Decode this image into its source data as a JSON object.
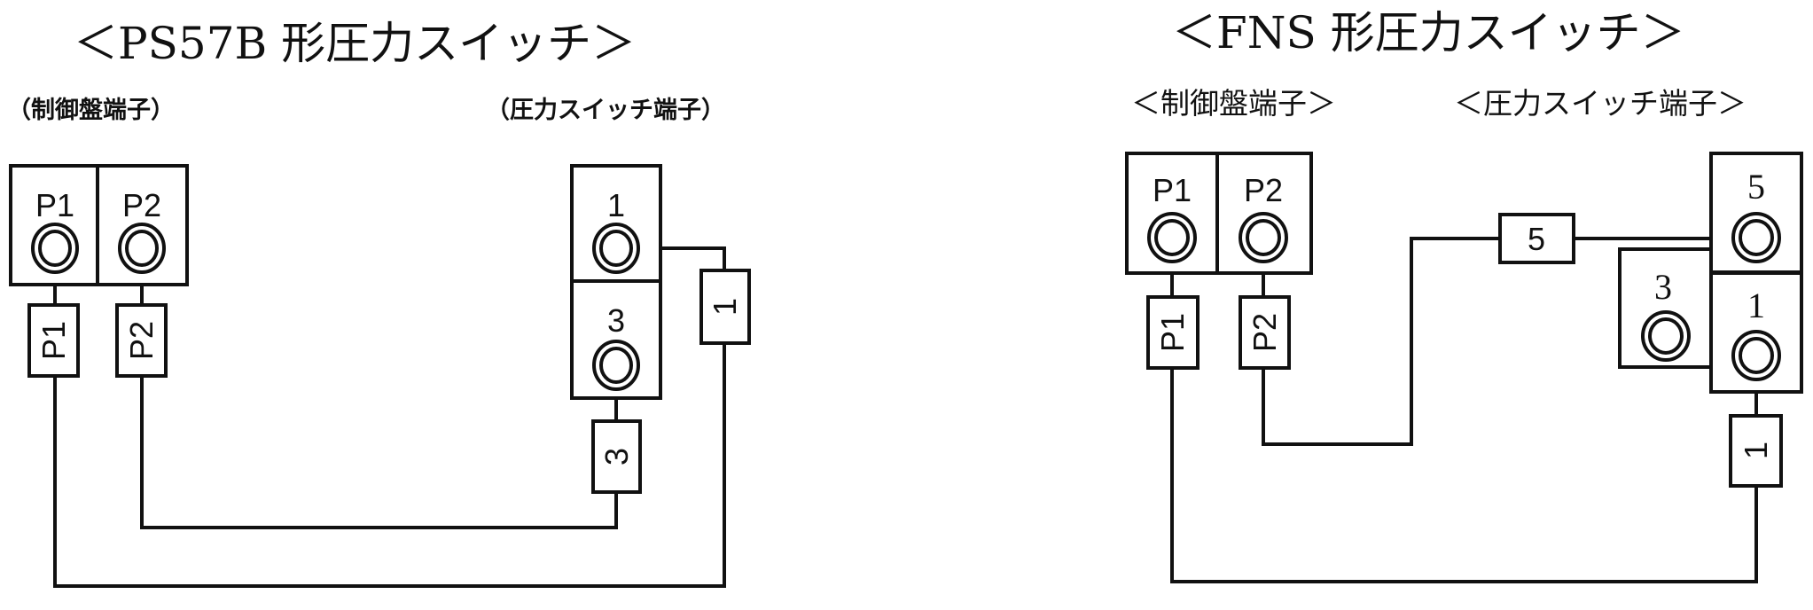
{
  "left_diagram": {
    "title": "＜PS57B 形圧力スイッチ＞",
    "panel_heading": "（制御盤端子）",
    "switch_heading": "（圧力スイッチ端子）",
    "panel_terminals": [
      "P1",
      "P2"
    ],
    "wire_markers": [
      "P1",
      "P2",
      "3",
      "1"
    ],
    "switch_terminals": [
      "1",
      "3"
    ]
  },
  "right_diagram": {
    "title": "＜FNS 形圧力スイッチ＞",
    "panel_heading": "＜制御盤端子＞",
    "switch_heading": "＜圧力スイッチ端子＞",
    "panel_terminals": [
      "P1",
      "P2"
    ],
    "wire_markers": [
      "P1",
      "P2",
      "5",
      "1"
    ],
    "switch_terminals": [
      "5",
      "3",
      "1"
    ]
  }
}
